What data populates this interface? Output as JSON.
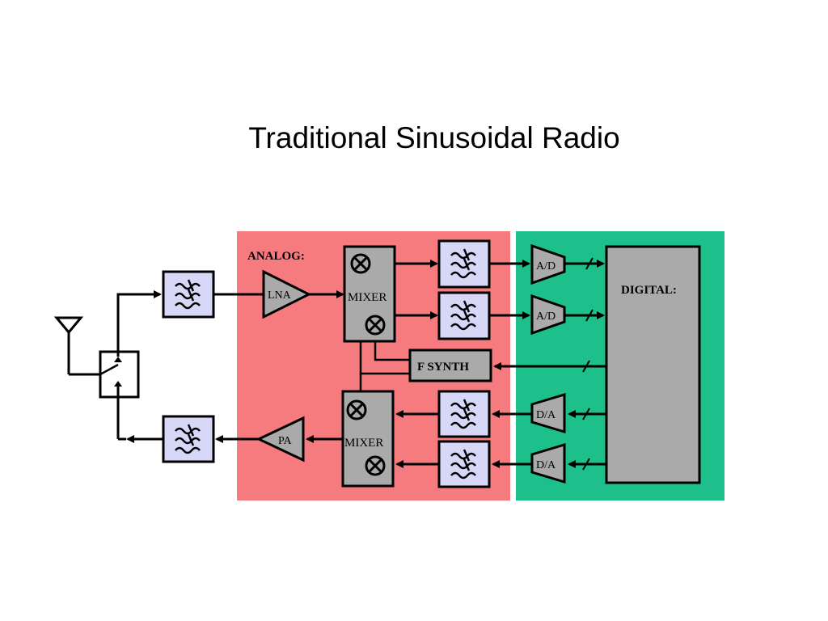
{
  "slide": {
    "title": "Traditional Sinusoidal Radio"
  },
  "diagram": {
    "colors": {
      "analog_region": "#f57b7f",
      "digital_region": "#1dbf8a",
      "filter_fill": "#d7d7f7",
      "block_fill": "#aaaaaa",
      "line": "#000000"
    },
    "analog_region_label": "ANALOG:",
    "digital_block_label": "DIGITAL:",
    "rx_mixer_label": "MIXER",
    "tx_mixer_label": "MIXER",
    "lna_label": "LNA",
    "pa_label": "PA",
    "synth_label": "F SYNTH",
    "adc_top_label": "A/D",
    "adc_bottom_label": "A/D",
    "dac_top_label": "D/A",
    "dac_bottom_label": "D/A",
    "icons": {
      "antenna": "antenna-icon",
      "switch": "tr-switch-icon",
      "filter": "bandpass-filter-icon",
      "mixer": "multiply-circle-icon"
    }
  }
}
